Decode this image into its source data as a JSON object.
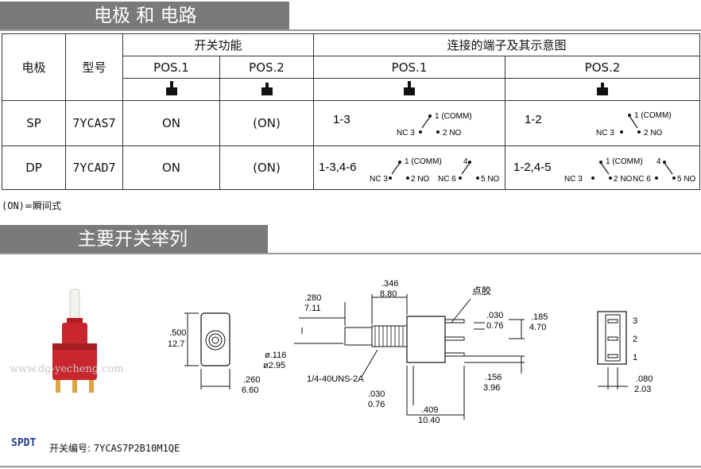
{
  "section1_title": "电极 和 电路",
  "section2_title": "主要开关举列",
  "table": {
    "col_pole": "电极",
    "col_model": "型号",
    "col_function": "开关功能",
    "col_connection": "连接的端子及其示意图",
    "pos1": "POS.1",
    "pos2": "POS.2",
    "rows": [
      {
        "pole": "SP",
        "model": "7YCAS7",
        "pos1": "ON",
        "pos2": "(ON)",
        "conn1": "1-3",
        "conn2": "1-2"
      },
      {
        "pole": "DP",
        "model": "7YCAD7",
        "pos1": "ON",
        "pos2": "(ON)",
        "conn1": "1-3,4-6",
        "conn2": "1-2,4-5"
      }
    ],
    "schematic_labels": {
      "comm": "1 (COMM)",
      "nc3": "NC 3",
      "no2": "2 NO",
      "four": "4",
      "nc6": "NC 6",
      "no5": "5 NO"
    }
  },
  "footnote_code": "(ON)",
  "footnote_text": "=瞬间式",
  "watermark": "www.dg-yecheng.com",
  "caption_type": "SPDT",
  "caption_label": "开关编号:",
  "caption_part": "7YCAS7P2B10M1QE",
  "drawing_labels": {
    "d280": ".280",
    "d711": "7.11",
    "d346": ".346",
    "d880": "8.80",
    "glue": "点胶",
    "d030a": ".030",
    "d076a": "0.76",
    "d185": ".185",
    "d470": "4.70",
    "d500": ".500",
    "d127": "12.7",
    "d116": "ø.116",
    "d295": "ø2.95",
    "d260": ".260",
    "d660": "6.60",
    "thread": "1/4-40UNS-2A",
    "d156": ".156",
    "d396": "3.96",
    "d030b": ".030",
    "d076b": "0.76",
    "d409": ".409",
    "d1040": "10.40",
    "d080": ".080",
    "d203": "2.03",
    "pin3": "3",
    "pin2": "2",
    "pin1": "1"
  }
}
